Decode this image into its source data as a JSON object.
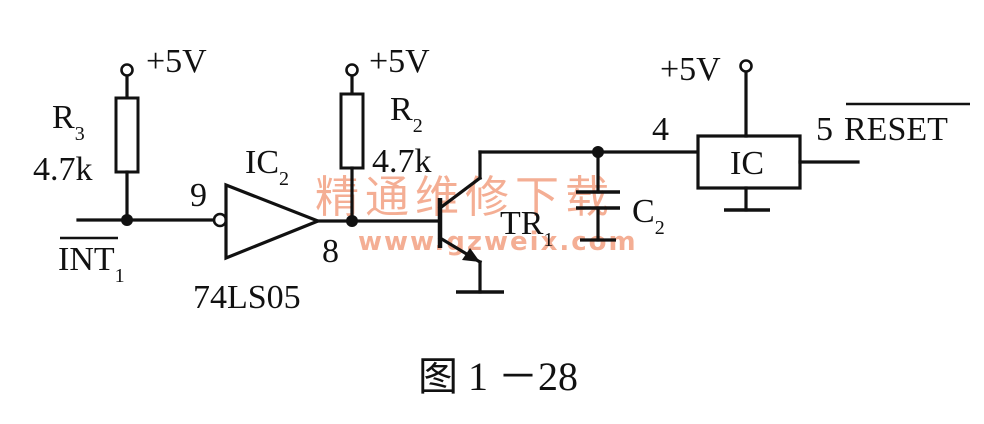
{
  "labels": {
    "vcc": "+5V",
    "r3": "R",
    "r3_sub": "3",
    "r3_value": "4.7k",
    "r2": "R",
    "r2_sub": "2",
    "r2_value": "4.7k",
    "ic2": "IC",
    "ic2_sub": "2",
    "pin9": "9",
    "pin8": "8",
    "gate_part": "74LS05",
    "int": "INT",
    "int_sub": "1",
    "tr": "TR",
    "tr_sub": "1",
    "c2": "C",
    "c2_sub": "2",
    "ic": "IC",
    "pin4": "4",
    "pin5": "5",
    "reset": "RESET"
  },
  "caption": "图 1 －28",
  "watermark": {
    "text": "精通维修下载",
    "url": "www.gzweix.com"
  }
}
